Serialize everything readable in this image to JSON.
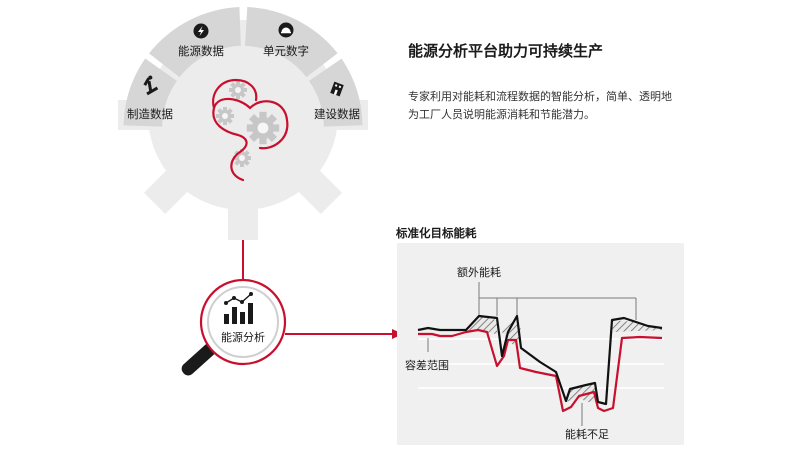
{
  "headline": "能源分析平台助力可持续生产",
  "description": "专家利用对能耗和流程数据的智能分析，简单、透明地为工厂人员说明能源消耗和节能潜力。",
  "segments": [
    {
      "label": "制造数据",
      "icon": "robot-arm-icon"
    },
    {
      "label": "能源数据",
      "icon": "lightning-icon"
    },
    {
      "label": "单元数字",
      "icon": "hard-hat-icon"
    },
    {
      "label": "建设数据",
      "icon": "building-icon"
    }
  ],
  "magnifier_label": "能源分析",
  "chart_panel": {
    "title": "标准化目标能耗",
    "annotation_excess": "额外能耗",
    "annotation_tolerance": "容差范围",
    "annotation_deficit": "能耗不足"
  },
  "colors": {
    "accent_red": "#c8102e",
    "segment_gray": "#d6d6d6",
    "gear_gray": "#ececec",
    "panel_gray": "#f0f0f0",
    "curve_black": "#111111"
  }
}
